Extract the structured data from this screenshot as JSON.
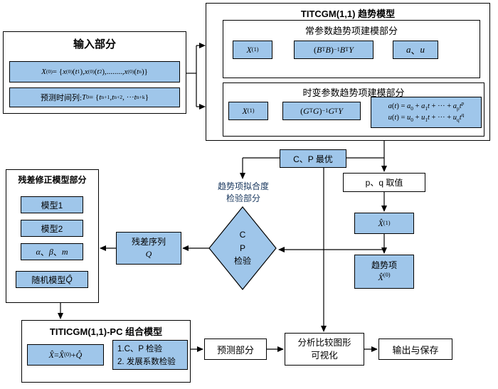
{
  "colors": {
    "box_fill_blue": "#9fc6ea",
    "box_border": "#000000",
    "fit_label_text": "#17365d",
    "background": "#ffffff"
  },
  "input": {
    "title": "输入部分",
    "x0_formula": "<i>X</i><sup>(0)</sup> = {<i>x</i><sup>(0)</sup>(<i>t</i><sub>1</sub>), <i>x</i><sup>(0)</sup>(<i>t</i><sub>2</sub>),........,<i>x</i><sup>(0)</sup>(<i>t</i><sub>n</sub>)}",
    "time_formula": "预测时间列:  <i>T</i><sup>0</sup> = {<i>t</i><sub>n+1</sub>, <i>t</i><sub>n+2</sub>, ···<i>t</i><sub>n+k</sub>}"
  },
  "trend_model": {
    "title": "TITCGM(1,1) 趋势模型",
    "const_section": {
      "title": "常参数趋势项建模部分",
      "x1": "<i>X</i><sup>(1)</sup>",
      "ols": "(<i>B</i><sup>T</sup><i>B</i>)<sup>−1</sup><i>B</i><sup>T</sup><i>Y</i>",
      "params": "<i>a</i>、<i>u</i>"
    },
    "tv_section": {
      "title": "时变参数趋势项建模部分",
      "x1": "<i>X</i><sup>(1)</sup>",
      "ols": "(<i>G</i><sup>T</sup><i>G</i>)<sup>−1</sup><i>G</i><sup>T</sup><i>Y</i>",
      "formula_a": "<i>a</i>(<i>t</i>) = <i>a</i><sub>0</sub> + <i>a</i><sub>1</sub><i>t</i> + ··· + <i>a</i><sub>p</sub><i>t</i><sup>p</sup>",
      "formula_u": "<i>u</i>(<i>t</i>) = <i>u</i><sub>0</sub> + <i>u</i><sub>1</sub><i>t</i> + ··· + <i>u</i><sub>q</sub><i>t</i><sup>q</sup>"
    }
  },
  "middle": {
    "cp_optimal": "C、P 最优",
    "pq_value": "p、q 取值",
    "xhat1": "<i>X̂</i><sup>(1)</sup>",
    "trend_term_label": "趋势项",
    "trend_term_formula": "<i>X̂</i><sup>(0)</sup>",
    "fit_test_line1": "趋势项拟合度",
    "fit_test_line2": "检验部分",
    "diamond_line1": "C",
    "diamond_line2": "P",
    "diamond_line3": "检验",
    "residual_seq_label": "残差序列",
    "residual_seq_symbol": "<i>Q</i>"
  },
  "residual_model": {
    "title": "残差修正模型部分",
    "items": [
      "模型1",
      "模型2",
      "<i>α</i>、<i>β</i>、<i>m</i>",
      "随机模型<i>Q̂</i>"
    ]
  },
  "combined_model": {
    "title": "TITICGM(1,1)-PC 组合模型",
    "formula": "<i>X̂</i> = <i>X̂</i><sup>(0)</sup> + <i>Q̂</i>",
    "tests_line1": "1.C、P 检验",
    "tests_line2": "2. 发展系数检验"
  },
  "bottom": {
    "predict": "预测部分",
    "analysis_line1": "分析比较图形",
    "analysis_line2": "可视化",
    "output": "输出与保存"
  }
}
